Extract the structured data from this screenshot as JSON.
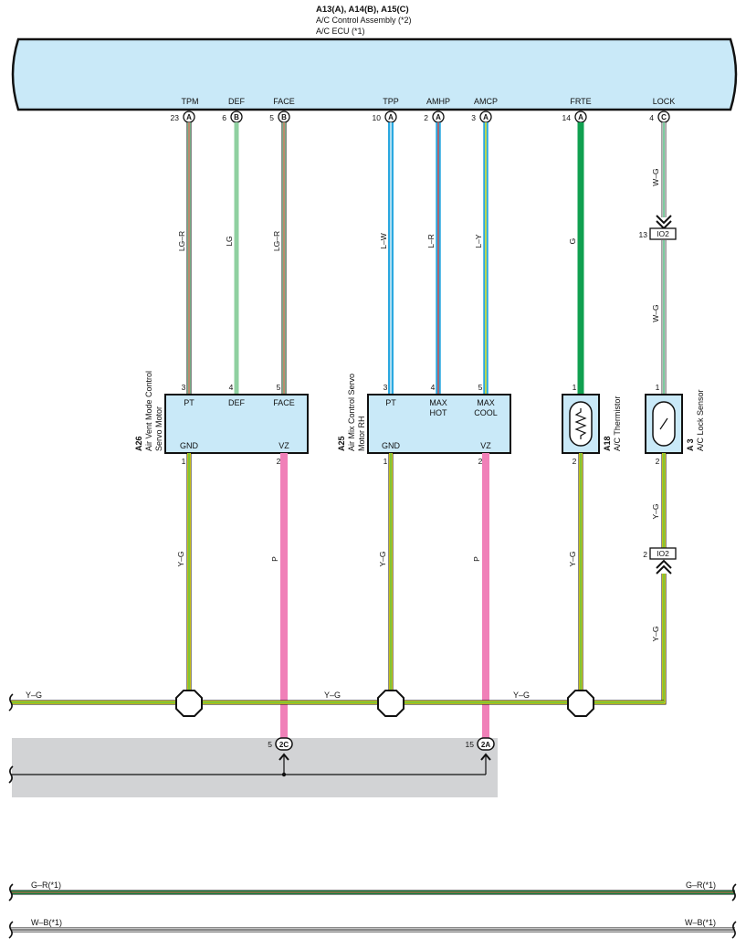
{
  "header": {
    "title": "A13(A), A14(B), A15(C)",
    "line2": "A/C Control Assembly (*2)",
    "line3": "A/C ECU (*1)"
  },
  "ecu_terminals": [
    {
      "name": "TPM",
      "pin": "23",
      "conn": "A"
    },
    {
      "name": "DEF",
      "pin": "6",
      "conn": "B"
    },
    {
      "name": "FACE",
      "pin": "5",
      "conn": "B"
    },
    {
      "name": "TPP",
      "pin": "10",
      "conn": "A"
    },
    {
      "name": "AMHP",
      "pin": "2",
      "conn": "A"
    },
    {
      "name": "AMCP",
      "pin": "3",
      "conn": "A"
    },
    {
      "name": "FRTE",
      "pin": "14",
      "conn": "A"
    },
    {
      "name": "LOCK",
      "pin": "4",
      "conn": "C"
    }
  ],
  "wire_colors": {
    "tpm": "LG–R",
    "def": "LG",
    "face": "LG–R",
    "tpp": "L–W",
    "amhp": "L–R",
    "amcp": "L–Y",
    "frte": "G",
    "lock_top": "W–G",
    "lock_mid": "W–G",
    "a26_gnd": "Y–G",
    "a26_vz": "P",
    "a25_gnd": "Y–G",
    "a25_vz": "P",
    "a18_out": "Y–G",
    "a3_mid": "Y–G",
    "a3_low": "Y–G"
  },
  "connector_io2_top": {
    "pin": "13",
    "label": "IO2"
  },
  "connector_io2_bottom": {
    "pin": "2",
    "label": "IO2"
  },
  "a26": {
    "code": "A26",
    "name1": "Air Vent Mode Control",
    "name2": "Servo Motor",
    "top_pins": [
      {
        "num": "3",
        "label": "PT"
      },
      {
        "num": "4",
        "label": "DEF"
      },
      {
        "num": "5",
        "label": "FACE"
      }
    ],
    "bottom_pins": [
      {
        "num": "1",
        "label": "GND"
      },
      {
        "num": "2",
        "label": "VZ"
      }
    ]
  },
  "a25": {
    "code": "A25",
    "name1": "Air Mix Control Servo",
    "name2": "Motor RH",
    "top_pins": [
      {
        "num": "3",
        "label": "PT"
      },
      {
        "num": "4",
        "label": "MAX",
        "label2": "HOT"
      },
      {
        "num": "5",
        "label": "MAX",
        "label2": "COOL"
      }
    ],
    "bottom_pins": [
      {
        "num": "1",
        "label": "GND"
      },
      {
        "num": "2",
        "label": "VZ"
      }
    ]
  },
  "a18": {
    "code": "A18",
    "name": "A/C Thermistor",
    "pin_top": "1",
    "pin_bottom": "2"
  },
  "a3": {
    "code": "A 3",
    "name": "A/C Lock Sensor",
    "pin_top": "1",
    "pin_bottom": "2"
  },
  "bus": {
    "label_left": "Y–G",
    "label_mid": "Y–G",
    "label_right": "Y–G"
  },
  "ground_connectors": [
    {
      "pin": "5",
      "label": "2C"
    },
    {
      "pin": "15",
      "label": "2A"
    }
  ],
  "bottom_lines": {
    "gr_left": "G–R(*1)",
    "gr_right": "G–R(*1)",
    "wb_left": "W–B(*1)",
    "wb_right": "W–B(*1)"
  },
  "colors": {
    "ecu_fill": "#c9e9f8",
    "lightgreen": "#8fd0a0",
    "red": "#e8453c",
    "blue": "#2aa8e0",
    "green": "#10a050",
    "pink": "#f080b8",
    "yellow": "#f2ea1c",
    "ground_fill": "#d2d3d5"
  }
}
